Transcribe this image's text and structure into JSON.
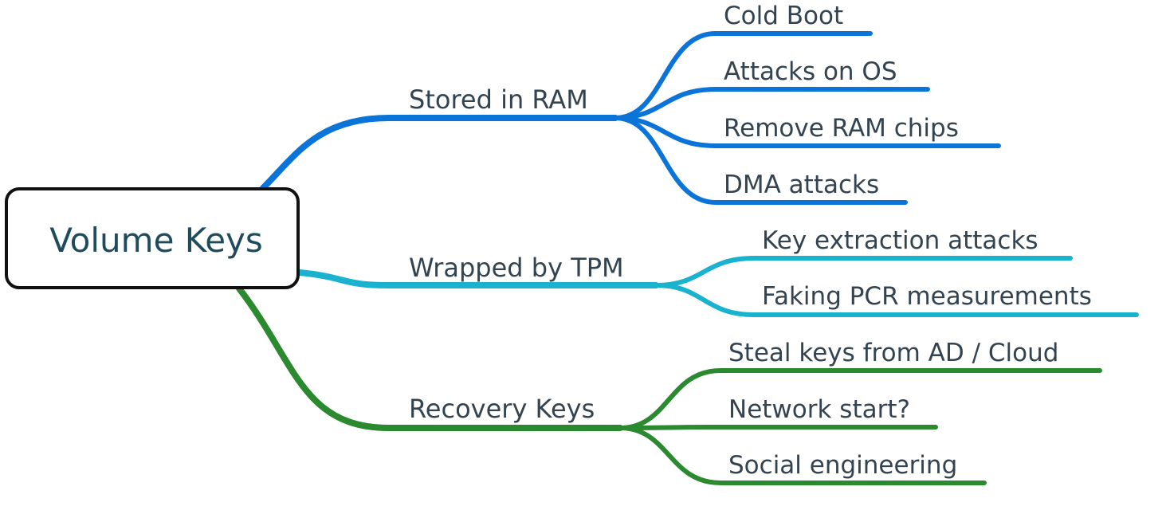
{
  "colors": {
    "blue": "#0a74d8",
    "cyan": "#1ab3cf",
    "green": "#2b8a2f",
    "text": "#33434f",
    "root_text": "#1f4c5c",
    "root_border": "#111111"
  },
  "root": {
    "label": "Volume Keys"
  },
  "branches": [
    {
      "label": "Stored in RAM",
      "color": "blue",
      "children": [
        "Cold Boot",
        "Attacks on OS",
        "Remove RAM chips",
        "DMA attacks"
      ]
    },
    {
      "label": "Wrapped by TPM",
      "color": "cyan",
      "children": [
        "Key extraction attacks",
        "Faking PCR measurements"
      ]
    },
    {
      "label": "Recovery Keys",
      "color": "green",
      "children": [
        "Steal keys from AD / Cloud",
        "Network start?",
        "Social engineering"
      ]
    }
  ]
}
